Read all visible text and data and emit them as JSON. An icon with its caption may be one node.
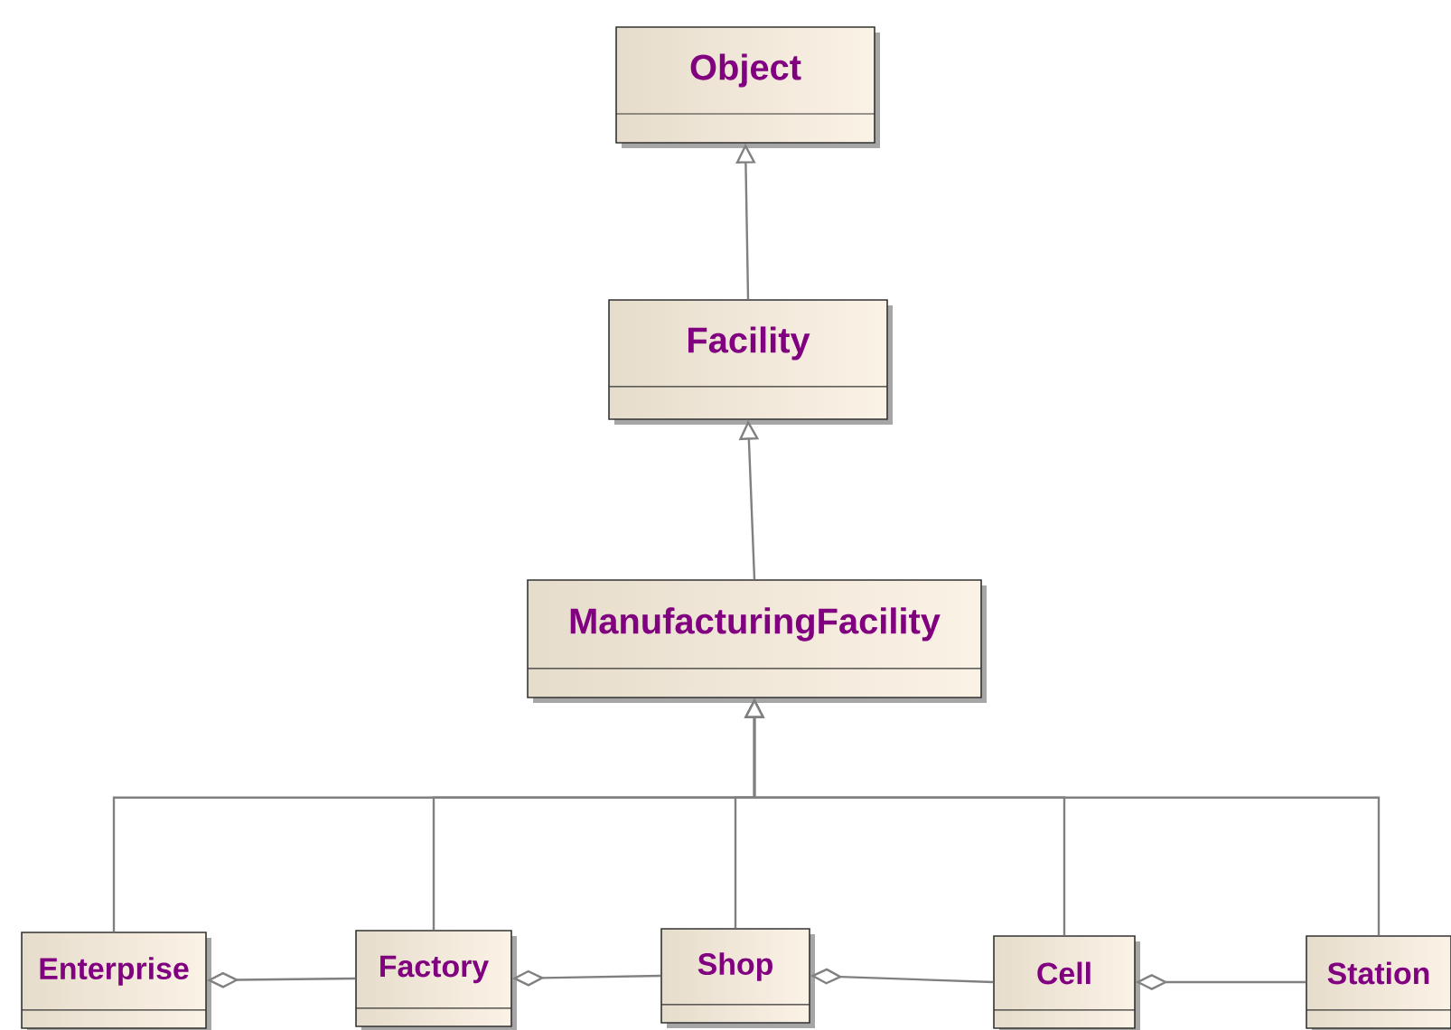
{
  "diagram": {
    "nodes": [
      {
        "text": [
          "Object"
        ]
      },
      {
        "text": [
          "Facility"
        ]
      },
      {
        "text": [
          "ManufacturingFacility"
        ]
      },
      {
        "text": [
          "Enterprise"
        ]
      },
      {
        "text": [
          "Factory"
        ]
      },
      {
        "text": [
          "Shop"
        ]
      },
      {
        "text": [
          "Cell"
        ]
      },
      {
        "text": [
          "Station"
        ]
      }
    ],
    "edges": [
      {
        "from": 1,
        "to": 0,
        "arrow": "to"
      },
      {
        "from": 2,
        "to": 1,
        "arrow": "to"
      },
      {
        "from": 3,
        "to": 2,
        "arrow": "to"
      },
      {
        "from": 4,
        "to": 2,
        "arrow": "to"
      },
      {
        "from": 5,
        "to": 2,
        "arrow": "to"
      },
      {
        "from": 6,
        "to": 2,
        "arrow": "to"
      },
      {
        "from": 7,
        "to": 2,
        "arrow": "to"
      },
      {
        "from": 3,
        "to": 4,
        "arrow": "other"
      },
      {
        "from": 4,
        "to": 5,
        "arrow": "other"
      },
      {
        "from": 5,
        "to": 6,
        "arrow": "other"
      },
      {
        "from": 6,
        "to": 7,
        "arrow": "other"
      }
    ]
  }
}
